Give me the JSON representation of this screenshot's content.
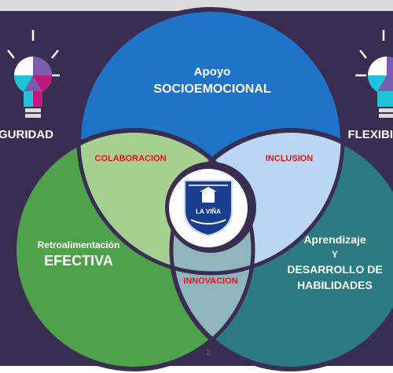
{
  "diagram": {
    "top_circle": {
      "line1": "Apoyo",
      "line2": "SOCIOEMOCIONAL"
    },
    "left_circle": {
      "line1": "Retroalimentación",
      "line2": "EFECTIVA"
    },
    "right_circle": {
      "line1": "Aprendizaje",
      "line2": "Y",
      "line3": "DESARROLLO DE",
      "line4": "HABILIDADES"
    },
    "overlaps": {
      "top_left": "COLABORACION",
      "top_right": "INCLUSION",
      "bottom": "INNOVACION"
    },
    "side_labels": {
      "left": "GURIDAD",
      "right": "FLEXIBI"
    },
    "logo": {
      "line1": "LA VIÑA"
    },
    "page_number": "2"
  },
  "colors": {
    "background": "#3a2d52",
    "top_circle": "#1f74c9",
    "left_circle": "#4fa24a",
    "right_circle": "#2b7a7f",
    "overlap_top_left": "#a7cf90",
    "overlap_top_right": "#b9d6f2",
    "overlap_bottom": "#8fb6bd",
    "overlap_label": "#e8141c",
    "logo_blue": "#1b3f8f",
    "bulb_pink": "#c2187a",
    "bulb_cyan": "#1fc4d6",
    "bulb_purple": "#7b5bb0"
  }
}
